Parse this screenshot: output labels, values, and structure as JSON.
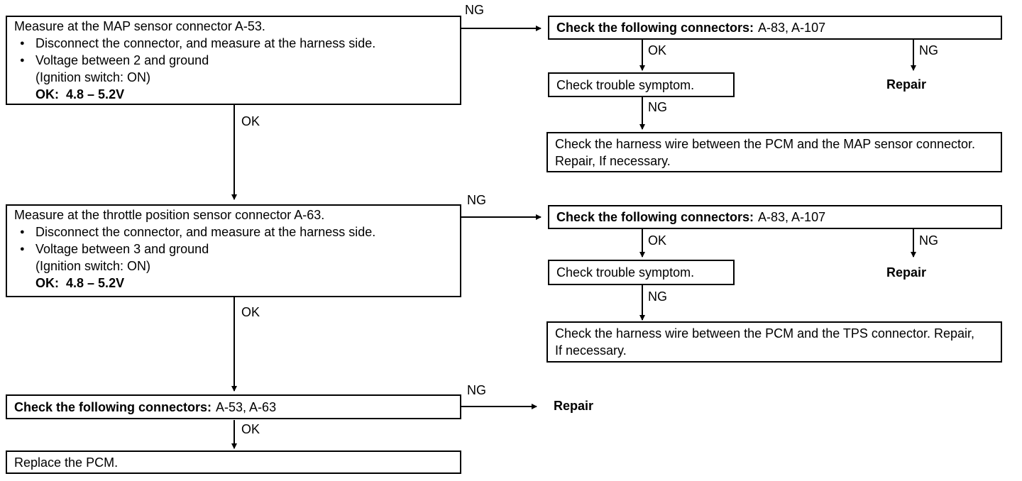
{
  "labels": {
    "ok": "OK",
    "ng": "NG",
    "repair": "Repair",
    "bullet": "●"
  },
  "flow1": {
    "measure": {
      "title": "Measure at the MAP sensor connector A-53.",
      "bullet1": "Disconnect the connector, and measure at the harness side.",
      "bullet2": "Voltage between 2 and ground",
      "condition": "(Ignition switch: ON)",
      "ok_prefix": "OK:",
      "ok_value": "4.8 – 5.2V"
    },
    "check_connectors": {
      "label": "Check the following connectors:",
      "value": "A-83, A-107"
    },
    "check_trouble": "Check trouble symptom.",
    "harness": "Check the harness wire between the PCM and the MAP sensor connector. Repair, If necessary."
  },
  "flow2": {
    "measure": {
      "title": "Measure at the throttle position sensor connector A-63.",
      "bullet1": "Disconnect the connector, and measure at the harness side.",
      "bullet2": "Voltage between 3 and ground",
      "condition": "(Ignition switch: ON)",
      "ok_prefix": "OK:",
      "ok_value": "4.8 – 5.2V"
    },
    "check_connectors": {
      "label": "Check the following connectors:",
      "value": "A-83, A-107"
    },
    "check_trouble": "Check trouble symptom.",
    "harness": "Check the harness wire between the PCM and the TPS connector. Repair, If necessary."
  },
  "flow3": {
    "check_connectors": {
      "label": "Check the following connectors:",
      "value": "A-53, A-63"
    },
    "replace": "Replace the PCM."
  }
}
